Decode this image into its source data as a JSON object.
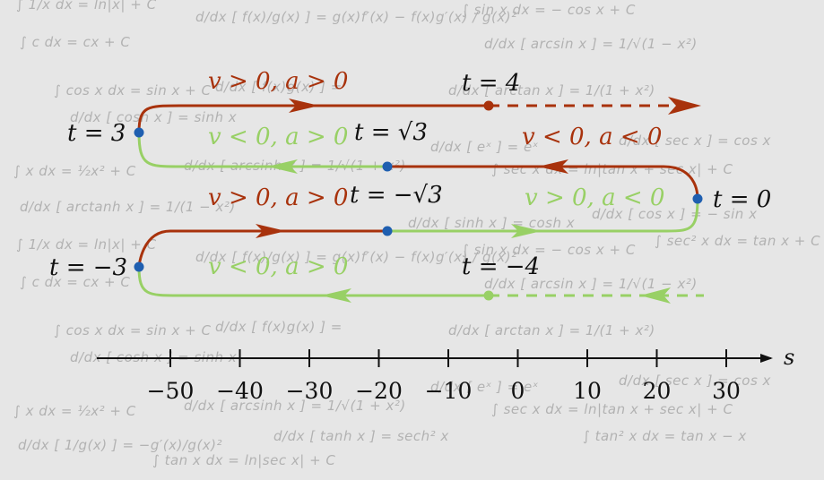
{
  "background_formulas": [
    "∫ 1/x dx = ln|x| + C",
    "∫ c dx = cx + C",
    "d/dx [ f(x)/g(x) ] = g(x)f′(x) − f(x)g′(x) / g(x)²",
    "∫ sin x dx = − cos x + C",
    "d/dx [ arcsin x ] = 1/√(1 − x²)",
    "∫ cos x dx = sin x + C",
    "d/dx [ f(x)g(x) ] =",
    "d/dx [ arctan x ] = 1/(1 + x²)",
    "d/dx [ cosh x ] = sinh x",
    "d/dx [ eˣ ] = eˣ",
    "d/dx [ sec x ] = cos x",
    "∫ x dx = ½x² + C",
    "d/dx [ arcsinh x ] = 1/√(1 + x²)",
    "∫ sec x dx = ln|tan x + sec x| + C",
    "d/dx [ arctanh x ] = 1/(1 − x²)",
    "d/dx [ sinh x ] = cosh x",
    "d/dx [ cos x ] = − sin x",
    "d/dx [ tanh x ] = sech² x",
    "∫ tan x dx = ln|sec x| + C",
    "d/dx [ 1/g(x) ] = −g′(x)/g(x)²",
    "∫ tan² x dx = tan x − x",
    "∫ sec² x dx = tan x + C"
  ],
  "time_labels": {
    "t3": "t = 3",
    "t4": "t = 4",
    "tsqrt3": "t = √3",
    "t0": "t = 0",
    "tnegsqrt3": "t = −√3",
    "tneg3": "t = −3",
    "tneg4": "t = −4"
  },
  "motion_labels": {
    "seg1": "v > 0,  a > 0",
    "seg2": "v < 0,  a > 0",
    "seg3": "v < 0,  a < 0",
    "seg4": "v > 0,  a > 0",
    "seg5": "v > 0,  a < 0",
    "seg6": "v < 0,  a > 0"
  },
  "axis": {
    "label": "s",
    "ticks": [
      "−50",
      "−40",
      "−30",
      "−20",
      "−10",
      "0",
      "10",
      "20",
      "30"
    ]
  },
  "colors": {
    "red": "#a8320c",
    "green": "#98d065",
    "point": "#1f5fb0",
    "axis": "#111111",
    "background": "#e6e6e6"
  }
}
